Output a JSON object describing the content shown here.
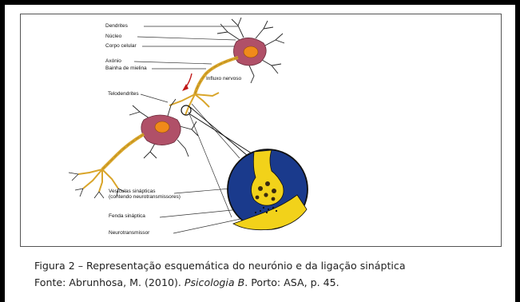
{
  "labels": {
    "dendrites": "Dendrites",
    "nucleo": "Núcleo",
    "corpo_celular": "Corpo celular",
    "axonio": "Axónio",
    "bainha": "Bainha de mielina",
    "influxo": "Influxo nervoso",
    "telodendrites": "Telodendrites",
    "vesiculas_1": "Vesículas sinápticas",
    "vesiculas_2": "(contendo neurotransmissores)",
    "fenda": "Fenda sináptica",
    "neurotransmissor": "Neurotransmissor"
  },
  "caption": {
    "line1": "Figura 2 – Representação esquemática do neurónio e da ligação sináptica",
    "line2_prefix": "Fonte: Abrunhosa, M. (2010). ",
    "line2_title": "Psicologia B",
    "line2_suffix": ". Porto: ASA, p. 45."
  },
  "colors": {
    "cell_body": "#b05068",
    "nucleus": "#f08a1a",
    "axon": "#d9a52a",
    "synapse_bg": "#1a3a8c",
    "synapse_yellow": "#f2d21a",
    "arrow": "#c01818"
  }
}
